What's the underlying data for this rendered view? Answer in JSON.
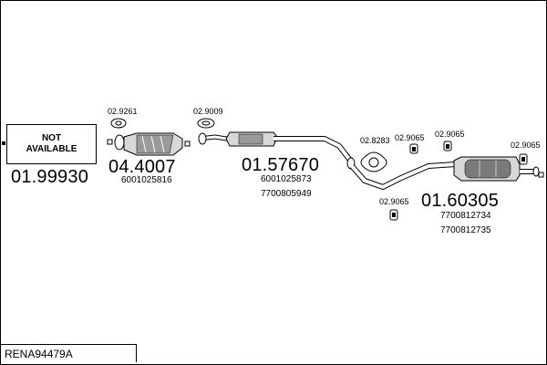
{
  "not_available": {
    "line1": "NOT",
    "line2": "AVAILABLE"
  },
  "parts": [
    {
      "number": "01.99930",
      "refs": []
    },
    {
      "number": "04.4007",
      "refs": [
        "6001025816"
      ]
    },
    {
      "number": "01.57670",
      "refs": [
        "6001025873",
        "7700805949"
      ]
    },
    {
      "number": "01.60305",
      "refs": [
        "7700812734",
        "7700812735"
      ]
    }
  ],
  "fittings": [
    "02.9261",
    "02.9009",
    "02.8283",
    "02.9065",
    "02.9065",
    "02.9065",
    "02.9065"
  ],
  "diagram_ref": "RENA94479A",
  "colors": {
    "line": "#000000",
    "background": "#ffffff",
    "part_fill": "#d8d8d8"
  }
}
